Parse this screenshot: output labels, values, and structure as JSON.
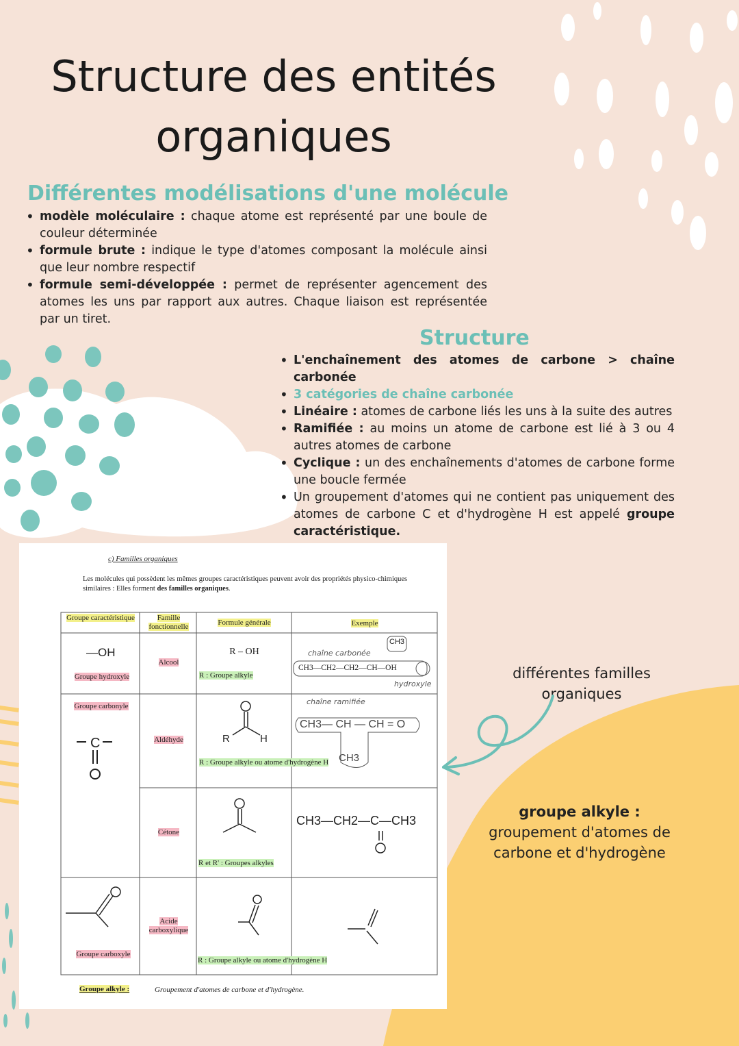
{
  "title": {
    "line1": "Structure des entités",
    "line2": "organiques"
  },
  "section1": {
    "heading": "Différentes modélisations d'une molécule",
    "items": [
      {
        "term": "modèle moléculaire :",
        "text": " chaque atome est représenté par une boule de couleur déterminée"
      },
      {
        "term": "formule brute :",
        "text": " indique le type d'atomes composant la molécule ainsi que leur nombre respectif"
      },
      {
        "term": "formule semi-développée :",
        "text": " permet de représenter agencement des atomes les uns par rapport aux autres. Chaque liaison est représentée par un tiret."
      }
    ]
  },
  "section2": {
    "heading": "Structure",
    "item1": "L'enchaînement des atomes de carbone > chaîne carbonée",
    "item2": "3 catégories de chaîne carbonée",
    "item3_term": "Linéaire :",
    "item3_text": " atomes de carbone liés les uns à la suite des autres",
    "item4_term": "Ramifiée :",
    "item4_text": " au moins un atome de carbone est lié à 3 ou 4 autres atomes de carbone",
    "item5_term": "Cyclique :",
    "item5_text": " un des enchaînements d'atomes de carbone forme une boucle fermée",
    "item6_text": "Un groupement d'atomes qui ne contient pas uniquement des atomes de carbone C et d'hydrogène H est appelé ",
    "item6_term": "groupe caractéristique."
  },
  "sheet": {
    "heading": "c) Familles organiques",
    "intro_text": "Les molécules qui possèdent les mêmes groupes caractéristiques peuvent avoir des propriétés physico-chimiques similaires : Elles forment ",
    "intro_bold": "des familles organiques",
    "intro_end": ".",
    "headers": [
      "Groupe caractéristique",
      "Famille fonctionnelle",
      "Formule générale",
      "Exemple"
    ],
    "row1": {
      "group": "—OH",
      "group_name": "Groupe hydroxyle",
      "family": "Alcool",
      "formula": "R – OH",
      "formula_note": "R : Groupe alkyle",
      "ex_note1": "chaîne carbonée",
      "ex_note2": "hydroxyle",
      "ex_formula": "CH3—CH2—CH2—CH—OH",
      "ex_branch": "CH3"
    },
    "row2": {
      "group_name": "Groupe carbonyle",
      "family": "Aldéhyde",
      "formula_r": "R",
      "formula_h": "H",
      "formula_o": "O",
      "formula_note": "R : Groupe alkyle ou atome d'hydrogène H",
      "ex_note": "chaîne ramifiée",
      "ex_formula": "CH3— CH — CH = O",
      "ex_branch": "CH3"
    },
    "row3": {
      "family": "Cétone",
      "formula_note": "R et R' : Groupes alkyles",
      "ex_formula": "CH3—CH2—C—CH3"
    },
    "row4": {
      "group_name": "Groupe carboxyle",
      "family": "Acide carboxylique",
      "formula_note": "R : Groupe alkyle ou atome d'hydrogène H"
    },
    "footer_term": "Groupe alkyle :",
    "footer_text": "Groupement d'atomes de carbone et d'hydrogène."
  },
  "side_notes": {
    "families": "différentes familles organiques",
    "alkyl_term": "groupe alkyle :",
    "alkyl_text": " groupement d'atomes de carbone et d'hydrogène"
  },
  "colors": {
    "background": "#f6e3d8",
    "accent": "#6bbfb6",
    "yellow": "#fbcf72"
  }
}
